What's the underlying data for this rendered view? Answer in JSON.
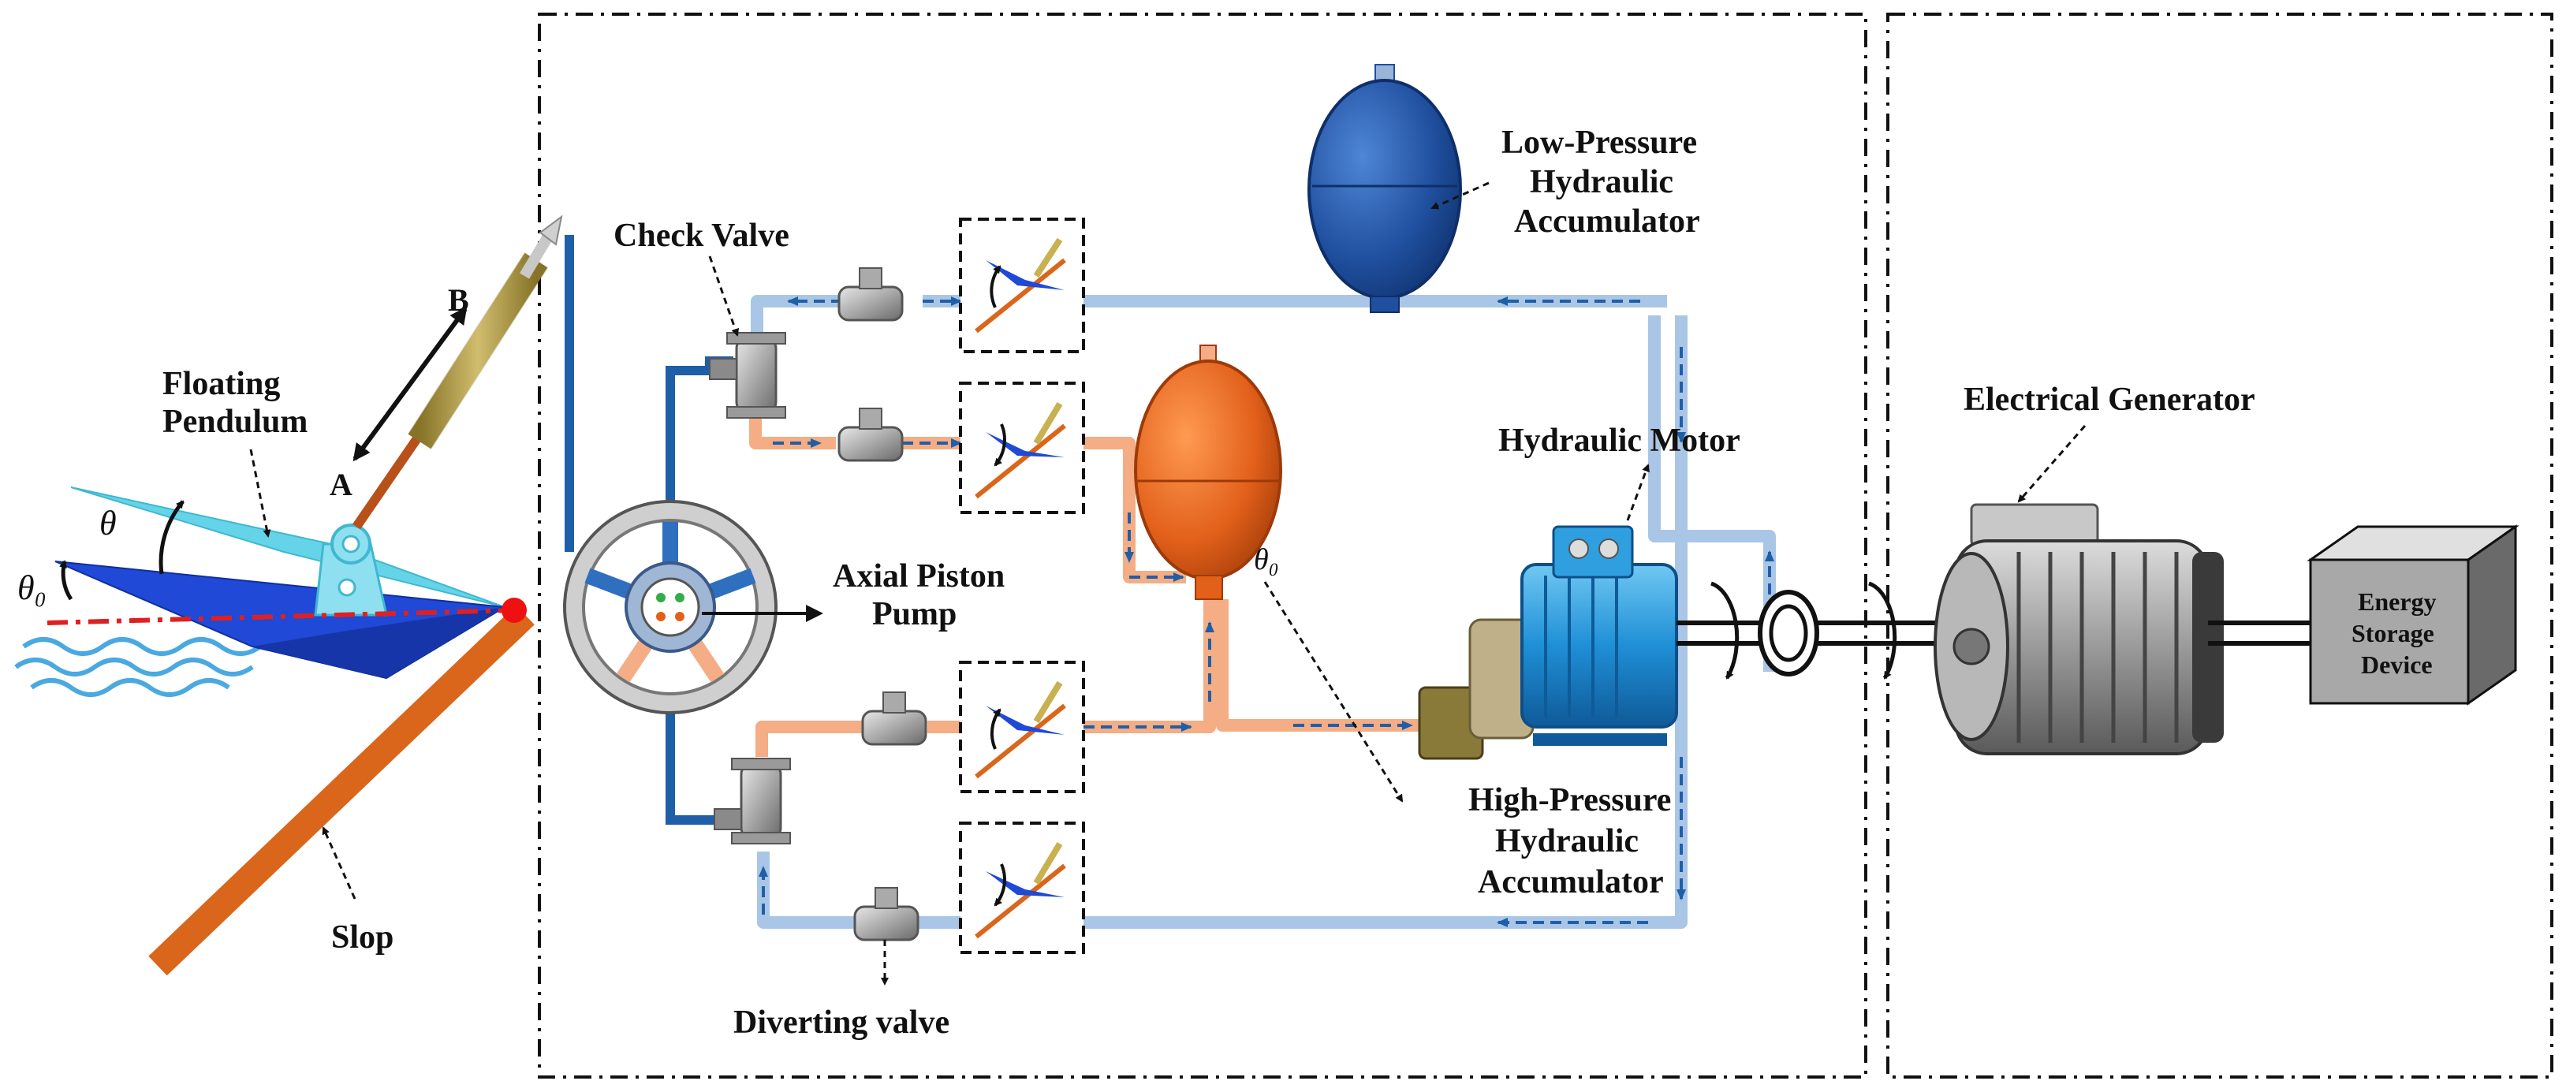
{
  "labels": {
    "floating_pendulum_1": "Floating",
    "floating_pendulum_2": "Pendulum",
    "point_a": "A",
    "point_b": "B",
    "theta": "θ",
    "theta0": "θ₀",
    "slop": "Slop",
    "check_valve": "Check Valve",
    "axial_piston_1": "Axial Piston",
    "axial_piston_2": "Pump",
    "diverting_valve": "Diverting valve",
    "low_pressure_1": "Low-Pressure",
    "low_pressure_2": "Hydraulic",
    "low_pressure_3": "Accumulator",
    "high_pressure_1": "High-Pressure",
    "high_pressure_2": "Hydraulic",
    "high_pressure_3": "Accumulator",
    "hp_theta": "θ₀",
    "hydraulic_motor": "Hydraulic Motor",
    "electrical_generator": "Electrical Generator",
    "energy_storage_1": "Energy",
    "energy_storage_2": "Storage",
    "energy_storage_3": "Device"
  },
  "colors": {
    "low_pressure_line": "#a9c6e6",
    "high_pressure_line": "#f4ad84",
    "shaft_blue": "#1f5fa8",
    "accumulator_blue": "#1f4f9e",
    "accumulator_orange": "#e2601a",
    "slope_orange": "#d9661a",
    "pendulum_light": "#66d4e8",
    "pendulum_dark": "#1f49d6",
    "water": "#4aa9e0",
    "neutral_line": "#e02020"
  }
}
